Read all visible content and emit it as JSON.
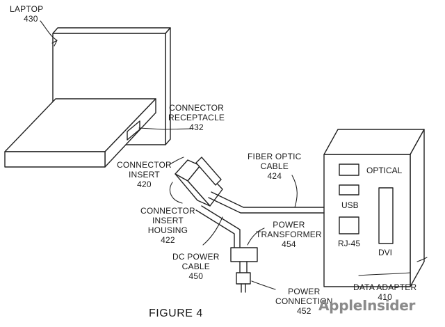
{
  "labels": {
    "laptop": {
      "name": "LAPTOP",
      "ref": "430"
    },
    "connector_receptacle": {
      "line1": "CONNECTOR",
      "line2": "RECEPTACLE",
      "ref": "432"
    },
    "connector_insert": {
      "line1": "CONNECTOR",
      "line2": "INSERT",
      "ref": "420"
    },
    "fiber_optic_cable": {
      "line1": "FIBER OPTIC",
      "line2": "CABLE",
      "ref": "424"
    },
    "connector_insert_housing": {
      "line1": "CONNECTOR",
      "line2": "INSERT",
      "line3": "HOUSING",
      "ref": "422"
    },
    "power_transformer": {
      "line1": "POWER",
      "line2": "TRANSFORMER",
      "ref": "454"
    },
    "dc_power_cable": {
      "line1": "DC POWER",
      "line2": "CABLE",
      "ref": "450"
    },
    "power_connection": {
      "line1": "POWER",
      "line2": "CONNECTION",
      "ref": "452"
    },
    "data_adapter": {
      "name": "DATA ADAPTER",
      "ref": "410"
    }
  },
  "adapter_ports": {
    "optical": "OPTICAL",
    "usb": "USB",
    "rj45": "RJ-45",
    "dvi": "DVI"
  },
  "caption": "FIGURE 4",
  "watermark": "AppleInsider"
}
